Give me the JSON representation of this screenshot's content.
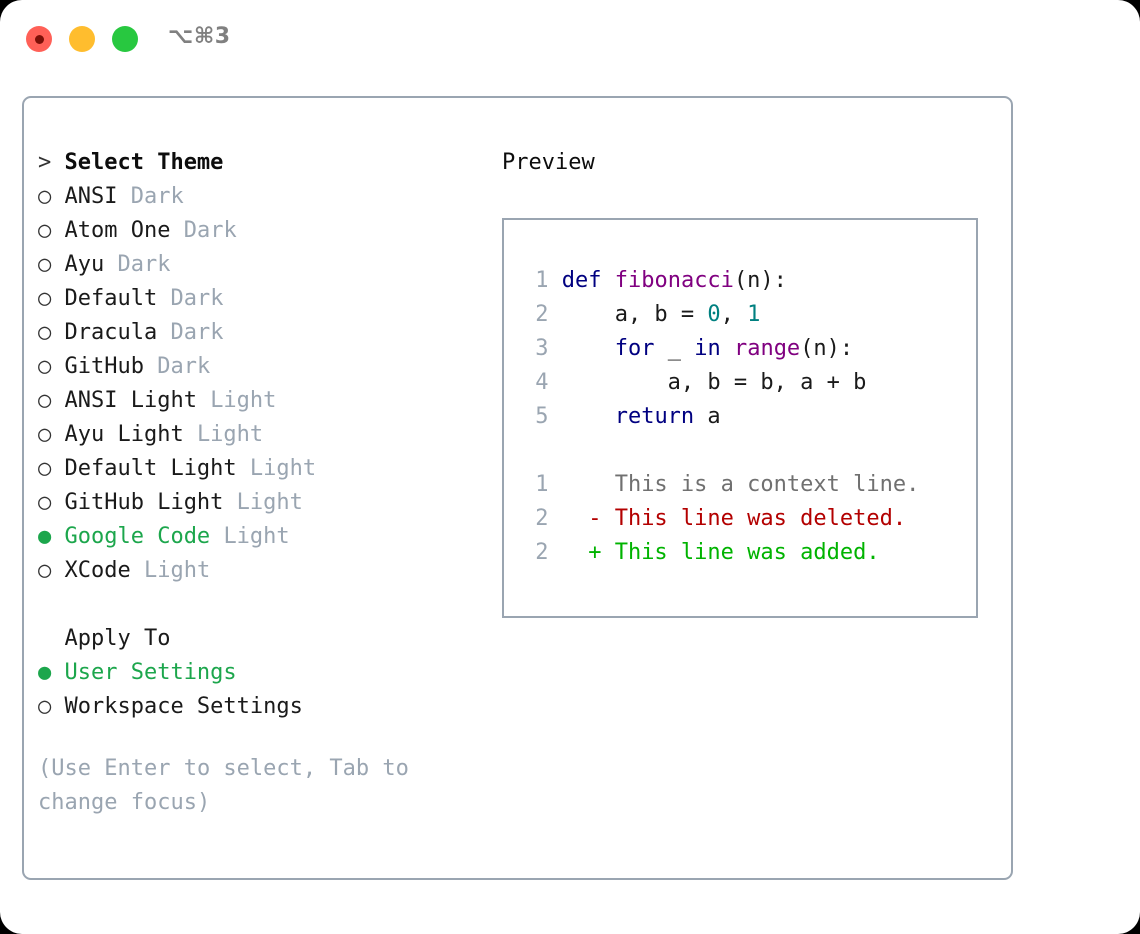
{
  "titlebar": {
    "shortcut": "⌥⌘3",
    "lights": [
      {
        "name": "close",
        "color": "#ff6057"
      },
      {
        "name": "minimize",
        "color": "#ffbd2e"
      },
      {
        "name": "zoom",
        "color": "#28c840"
      }
    ]
  },
  "theme_picker": {
    "heading_marker": "> ",
    "heading": "Select Theme",
    "unselected_marker": "○ ",
    "selected_marker": "● ",
    "items": [
      {
        "name": "ANSI",
        "variant": "Dark",
        "selected": false
      },
      {
        "name": "Atom One",
        "variant": "Dark",
        "selected": false
      },
      {
        "name": "Ayu",
        "variant": "Dark",
        "selected": false
      },
      {
        "name": "Default",
        "variant": "Dark",
        "selected": false
      },
      {
        "name": "Dracula",
        "variant": "Dark",
        "selected": false
      },
      {
        "name": "GitHub",
        "variant": "Dark",
        "selected": false
      },
      {
        "name": "ANSI Light",
        "variant": "Light",
        "selected": false
      },
      {
        "name": "Ayu Light",
        "variant": "Light",
        "selected": false
      },
      {
        "name": "Default Light",
        "variant": "Light",
        "selected": false
      },
      {
        "name": "GitHub Light",
        "variant": "Light",
        "selected": false
      },
      {
        "name": "Google Code",
        "variant": "Light",
        "selected": true
      },
      {
        "name": "XCode",
        "variant": "Light",
        "selected": false
      }
    ]
  },
  "apply_to": {
    "heading_marker": "  ",
    "heading": "Apply To",
    "items": [
      {
        "name": "User Settings",
        "selected": true
      },
      {
        "name": "Workspace Settings",
        "selected": false
      }
    ]
  },
  "hint": "(Use Enter to select, Tab to change focus)",
  "preview": {
    "label": "Preview",
    "code_lines": [
      {
        "lno": "1",
        "tokens": [
          {
            "t": "def",
            "c": "tok-kw"
          },
          {
            "t": " ",
            "c": "tok-pun"
          },
          {
            "t": "fibonacci",
            "c": "tok-fn"
          },
          {
            "t": "(n):",
            "c": "tok-pun"
          }
        ]
      },
      {
        "lno": "2",
        "tokens": [
          {
            "t": "    a, b = ",
            "c": "tok-var"
          },
          {
            "t": "0",
            "c": "tok-num"
          },
          {
            "t": ", ",
            "c": "tok-pun"
          },
          {
            "t": "1",
            "c": "tok-num"
          }
        ]
      },
      {
        "lno": "3",
        "tokens": [
          {
            "t": "    ",
            "c": "tok-pun"
          },
          {
            "t": "for",
            "c": "tok-kw"
          },
          {
            "t": " _ ",
            "c": "tok-var"
          },
          {
            "t": "in",
            "c": "tok-kw"
          },
          {
            "t": " ",
            "c": "tok-pun"
          },
          {
            "t": "range",
            "c": "tok-fn"
          },
          {
            "t": "(n):",
            "c": "tok-pun"
          }
        ]
      },
      {
        "lno": "4",
        "tokens": [
          {
            "t": "        a, b = b, a + b",
            "c": "tok-var"
          }
        ]
      },
      {
        "lno": "5",
        "tokens": [
          {
            "t": "    ",
            "c": "tok-pun"
          },
          {
            "t": "return",
            "c": "tok-kw"
          },
          {
            "t": " a",
            "c": "tok-var"
          }
        ]
      }
    ],
    "diff_lines": [
      {
        "lno": "1",
        "marker": "  ",
        "text": "This is a context line.",
        "kind": "diff-ctx"
      },
      {
        "lno": "2",
        "marker": "- ",
        "text": "This line was deleted.",
        "kind": "diff-del"
      },
      {
        "lno": "2",
        "marker": "+ ",
        "text": "This line was added.",
        "kind": "diff-add"
      }
    ]
  },
  "colors": {
    "accent_green": "#1ca64c",
    "muted": "#9aa5b1",
    "keyword": "#000080",
    "function": "#800080",
    "number": "#008080",
    "diff_delete": "#b30000",
    "diff_add": "#00b300",
    "border": "#9aa5b1"
  }
}
